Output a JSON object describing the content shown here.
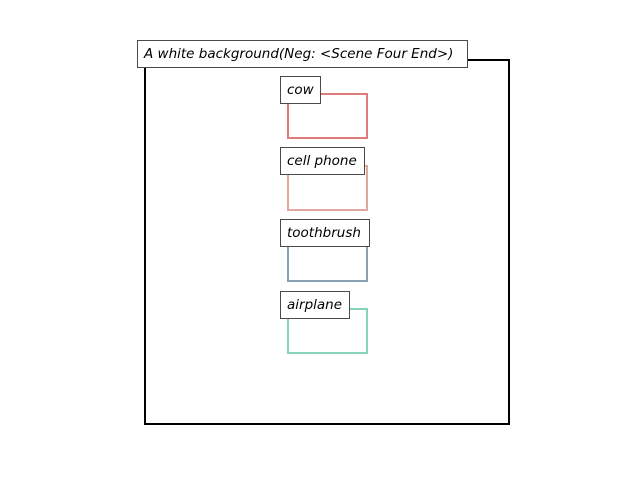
{
  "scene": {
    "caption": "A white background(Neg: <Scene Four End>)",
    "objects": [
      {
        "name": "cow",
        "color": "#e07b7b"
      },
      {
        "name": "cell phone",
        "color": "#e3a7a0"
      },
      {
        "name": "toothbrush",
        "color": "#8aa0b3"
      },
      {
        "name": "airplane",
        "color": "#86d4b6"
      }
    ]
  }
}
